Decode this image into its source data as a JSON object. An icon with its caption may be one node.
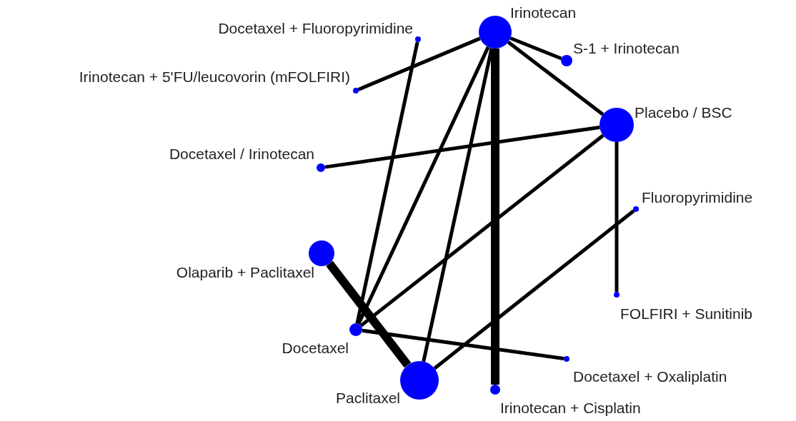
{
  "diagram": {
    "nodes": [
      {
        "text": [],
        "shape": "circle",
        "beside": [
          "Irinotecan"
        ]
      },
      {
        "text": [],
        "shape": "circle",
        "beside": [
          "Docetaxel + Fluoropyrimidine"
        ]
      },
      {
        "text": [],
        "shape": "circle",
        "beside": [
          "S-1 + Irinotecan"
        ]
      },
      {
        "text": [],
        "shape": "circle",
        "beside": [
          "Irinotecan + 5'FU/leucovorin (mFOLFIRI)"
        ]
      },
      {
        "text": [],
        "shape": "circle",
        "beside": [
          "Placebo / BSC"
        ]
      },
      {
        "text": [],
        "shape": "circle",
        "beside": [
          "Docetaxel / Irinotecan"
        ]
      },
      {
        "text": [],
        "shape": "circle",
        "beside": [
          "Fluoropyrimidine"
        ]
      },
      {
        "text": [],
        "shape": "circle",
        "beside": [
          "Olaparib + Paclitaxel"
        ]
      },
      {
        "text": [],
        "shape": "circle",
        "beside": [
          "FOLFIRI + Sunitinib"
        ]
      },
      {
        "text": [],
        "shape": "circle",
        "beside": [
          "Docetaxel"
        ]
      },
      {
        "text": [],
        "shape": "circle",
        "beside": [
          "Docetaxel + Oxaliplatin"
        ]
      },
      {
        "text": [],
        "shape": "circle",
        "beside": [
          "Paclitaxel"
        ]
      },
      {
        "text": [],
        "shape": "circle",
        "beside": [
          "Irinotecan + Cisplatin"
        ]
      }
    ],
    "edges": [
      {
        "from": 0,
        "to": 3,
        "arrow": "none"
      },
      {
        "from": 0,
        "to": 2,
        "arrow": "none"
      },
      {
        "from": 0,
        "to": 4,
        "arrow": "none"
      },
      {
        "from": 0,
        "to": 9,
        "arrow": "none"
      },
      {
        "from": 0,
        "to": 11,
        "arrow": "none"
      },
      {
        "from": 0,
        "to": 12,
        "arrow": "none",
        "style": "thick"
      },
      {
        "from": 1,
        "to": 9,
        "arrow": "none"
      },
      {
        "from": 4,
        "to": 5,
        "arrow": "none"
      },
      {
        "from": 4,
        "to": 8,
        "arrow": "none"
      },
      {
        "from": 4,
        "to": 9,
        "arrow": "none"
      },
      {
        "from": 6,
        "to": 11,
        "arrow": "none"
      },
      {
        "from": 7,
        "to": 11,
        "arrow": "none",
        "style": "thick"
      },
      {
        "from": 9,
        "to": 10,
        "arrow": "none"
      }
    ]
  }
}
